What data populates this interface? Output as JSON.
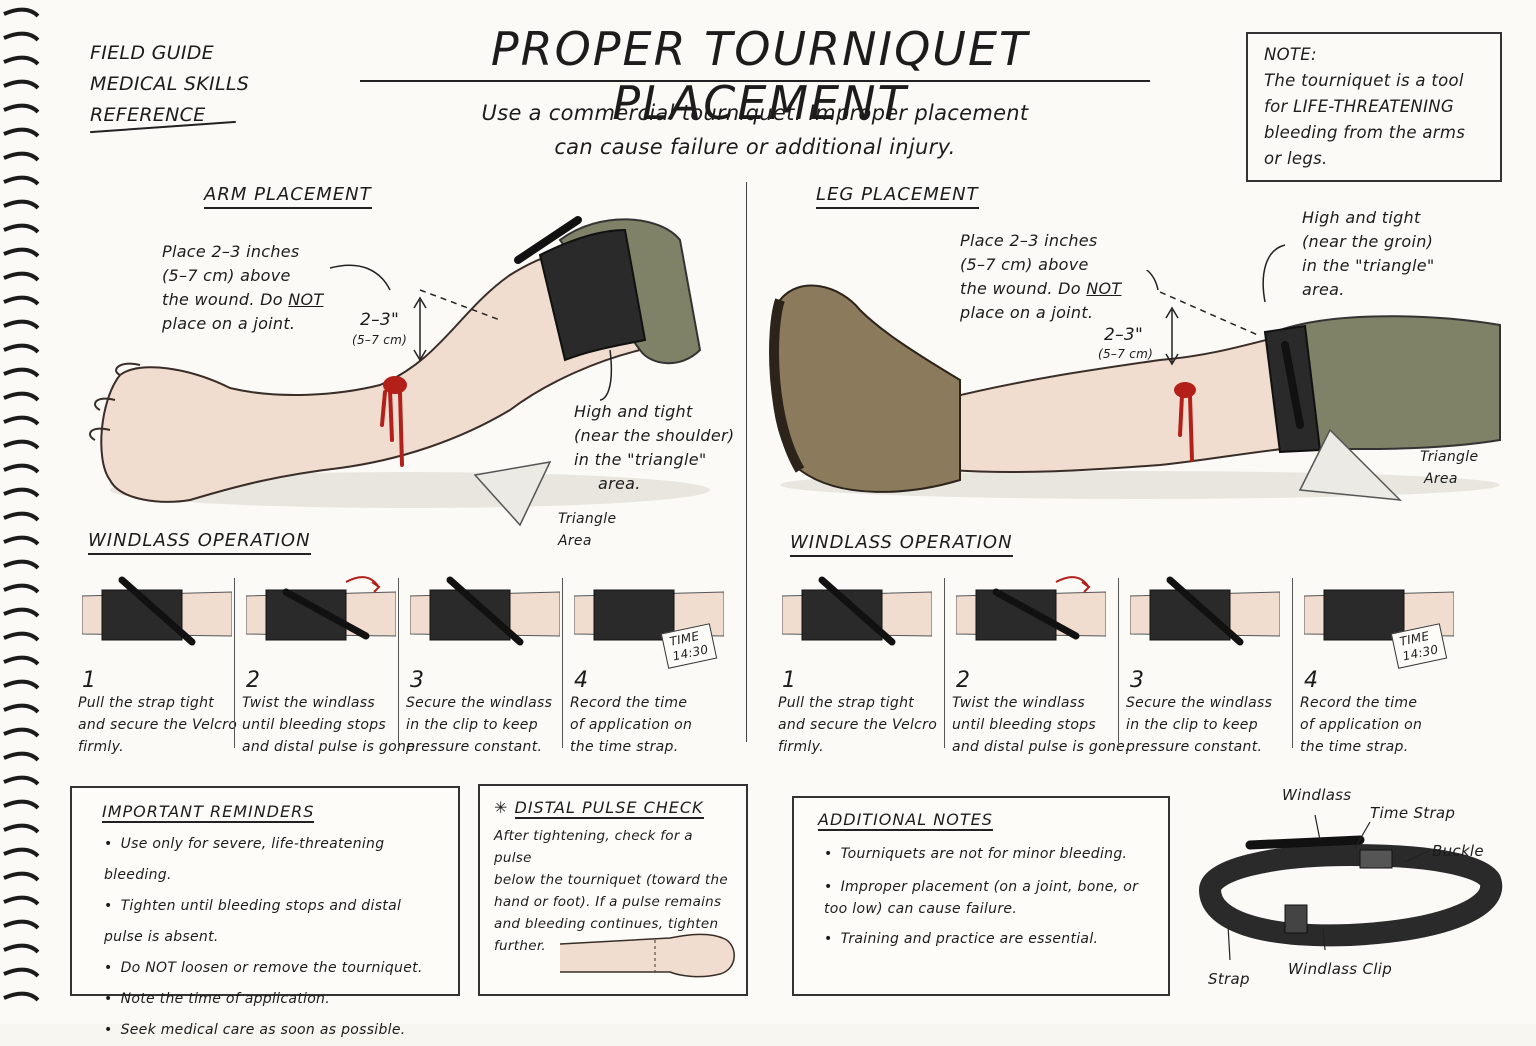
{
  "header": {
    "field_guide_lines": [
      "FIELD GUIDE",
      "MEDICAL SKILLS",
      "REFERENCE"
    ],
    "title": "PROPER TOURNIQUET PLACEMENT",
    "subtitle_lines": [
      "Use a commercial tourniquet. Improper placement",
      "can cause failure or additional injury."
    ]
  },
  "note": {
    "heading": "NOTE:",
    "lines": [
      "The tourniquet is a tool",
      "for LIFE-THREATENING",
      "bleeding from the arms",
      "or legs."
    ]
  },
  "arm": {
    "heading": "ARM PLACEMENT",
    "place_lines": [
      "Place 2–3 inches",
      "(5–7 cm) above",
      "the wound. Do",
      "place on a joint."
    ],
    "not_word": "NOT",
    "measure": "2–3\"",
    "measure_cm": "(5–7 cm)",
    "high_lines": [
      "High and tight",
      "(near the shoulder)",
      "in the \"triangle\"",
      "area."
    ],
    "triangle_lines": [
      "Triangle",
      "Area"
    ]
  },
  "leg": {
    "heading": "LEG PLACEMENT",
    "place_lines": [
      "Place 2–3 inches",
      "(5–7 cm) above",
      "the wound. Do",
      "place on a joint."
    ],
    "not_word": "NOT",
    "measure": "2–3\"",
    "measure_cm": "(5–7 cm)",
    "high_lines": [
      "High and tight",
      "(near the groin)",
      "in the \"triangle\"",
      "area."
    ],
    "triangle_lines": [
      "Triangle",
      "Area"
    ]
  },
  "windlass": {
    "heading": "WINDLASS OPERATION",
    "time_tag": [
      "TIME",
      "14:30"
    ],
    "steps": [
      {
        "num": "1",
        "lines": [
          "Pull the strap tight",
          "and secure the Velcro",
          "firmly."
        ]
      },
      {
        "num": "2",
        "lines": [
          "Twist the windlass",
          "until bleeding stops",
          "and distal pulse is gone."
        ]
      },
      {
        "num": "3",
        "lines": [
          "Secure the windlass",
          "in the clip to keep",
          "pressure constant."
        ]
      },
      {
        "num": "4",
        "lines": [
          "Record the time",
          "of application on",
          "the time strap."
        ]
      }
    ]
  },
  "reminders": {
    "heading": "IMPORTANT REMINDERS",
    "items": [
      "Use only for severe, life-threatening bleeding.",
      "Tighten until bleeding stops and distal pulse is absent.",
      "Do NOT loosen or remove the tourniquet.",
      "Note the time of application.",
      "Seek medical care as soon as possible."
    ]
  },
  "pulse": {
    "star": "✳",
    "heading": "DISTAL PULSE CHECK",
    "lines": [
      "After tightening, check for a pulse",
      "below the tourniquet (toward the",
      "hand or foot). If a pulse remains",
      "and bleeding continues, tighten",
      "further."
    ]
  },
  "additional": {
    "heading": "ADDITIONAL NOTES",
    "items": [
      "Tourniquets are not for minor bleeding.",
      "Improper placement (on a joint, bone, or too low) can cause failure.",
      "Training and practice are essential."
    ]
  },
  "parts": {
    "windlass": "Windlass",
    "time_strap": "Time Strap",
    "buckle": "Buckle",
    "strap": "Strap",
    "windlass_clip": "Windlass Clip"
  },
  "colors": {
    "ink": "#1c1c1c",
    "blood": "#b3201a",
    "skin": "#f1ddd0",
    "strap": "#2a2a2a",
    "sleeve": "#7f8266",
    "boot": "#8c7a5c"
  }
}
